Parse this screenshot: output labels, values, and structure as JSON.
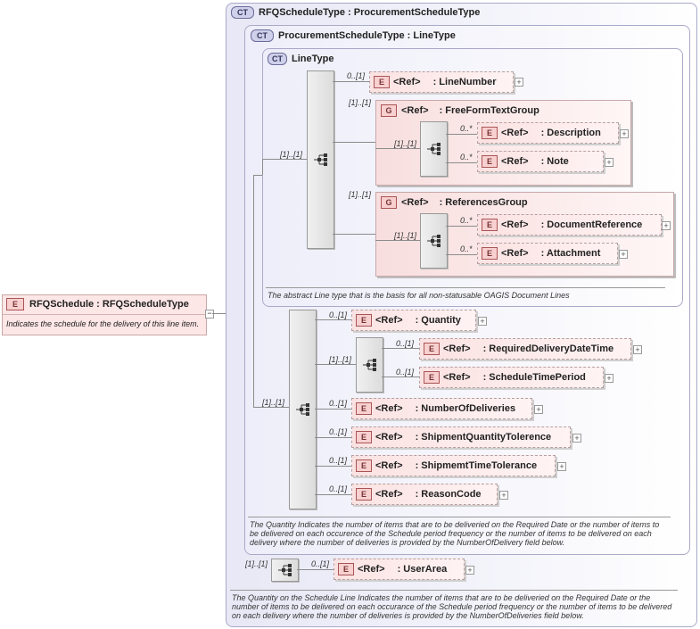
{
  "root": {
    "tag": "E",
    "title": "RFQSchedule : RFQScheduleType",
    "doc": "Indicates the schedule for the delivery of this line item.",
    "expander": "−"
  },
  "ct_outer": {
    "badge": "CT",
    "title": "RFQScheduleType : ProcurementScheduleType"
  },
  "ct_mid": {
    "badge": "CT",
    "title": "ProcurementScheduleType : LineType"
  },
  "ct_inner": {
    "badge": "CT",
    "title": "LineType"
  },
  "line_type": {
    "seq_card": "[1]..[1]",
    "line_number": {
      "card": "0..[1]",
      "tag": "E",
      "ref": "<Ref>",
      "name": ": LineNumber"
    },
    "free_form_group": {
      "card": "[1]..[1]",
      "tag": "G",
      "ref": "<Ref>",
      "name": ": FreeFormTextGroup",
      "seq_card": "[1]..[1]",
      "description": {
        "card": "0..*",
        "tag": "E",
        "ref": "<Ref>",
        "name": ": Description"
      },
      "note": {
        "card": "0..*",
        "tag": "E",
        "ref": "<Ref>",
        "name": ": Note"
      }
    },
    "references_group": {
      "card": "[1]..[1]",
      "tag": "G",
      "ref": "<Ref>",
      "name": ": ReferencesGroup",
      "seq_card": "[1]..[1]",
      "document_reference": {
        "card": "0..*",
        "tag": "E",
        "ref": "<Ref>",
        "name": ": DocumentReference"
      },
      "attachment": {
        "card": "0..*",
        "tag": "E",
        "ref": "<Ref>",
        "name": ": Attachment"
      }
    },
    "doc": "The abstract Line type that is the basis for all non-statusable OAGIS Document Lines"
  },
  "procurement": {
    "seq_card": "[1]..[1]",
    "quantity": {
      "card": "0..[1]",
      "tag": "E",
      "ref": "<Ref>",
      "name": ": Quantity"
    },
    "inner_seq_card": "[1]..[1]",
    "required_delivery": {
      "card": "0..[1]",
      "tag": "E",
      "ref": "<Ref>",
      "name": ": RequiredDeliveryDateTime"
    },
    "schedule_time_period": {
      "card": "0..[1]",
      "tag": "E",
      "ref": "<Ref>",
      "name": ": ScheduleTimePeriod"
    },
    "number_of_deliveries": {
      "card": "0..[1]",
      "tag": "E",
      "ref": "<Ref>",
      "name": ": NumberOfDeliveries"
    },
    "shipment_quantity_tolerence": {
      "card": "0..[1]",
      "tag": "E",
      "ref": "<Ref>",
      "name": ": ShipmentQuantityTolerence"
    },
    "shipment_time_tolerance": {
      "card": "0..[1]",
      "tag": "E",
      "ref": "<Ref>",
      "name": ": ShipmemtTimeTolerance"
    },
    "reason_code": {
      "card": "0..[1]",
      "tag": "E",
      "ref": "<Ref>",
      "name": ": ReasonCode"
    },
    "doc_lines": [
      "The Quantity Indicates the number of items that are to be deliveried on the Required Date or the number of items to",
      "be delivered on each occurence of the Schedule period frequency or the number of items to be delivered on each",
      "delivery where the number of deliveries is provided by the NumberOfDelivery field below."
    ]
  },
  "rfq": {
    "seq_card": "[1]..[1]",
    "user_area": {
      "card": "0..[1]",
      "tag": "E",
      "ref": "<Ref>",
      "name": ": UserArea"
    },
    "doc_lines": [
      "The Quantity on the Schedule Line Indicates the number of items that are to be deliveried on the Required Date or the",
      "number of items to be delivered on each occurance of the Schedule period frequency or the number of items to be delivered",
      "on each delivery where the number of deliveries is provided by the NumberOfDeliveries field below."
    ]
  },
  "expand_symbol": "+"
}
